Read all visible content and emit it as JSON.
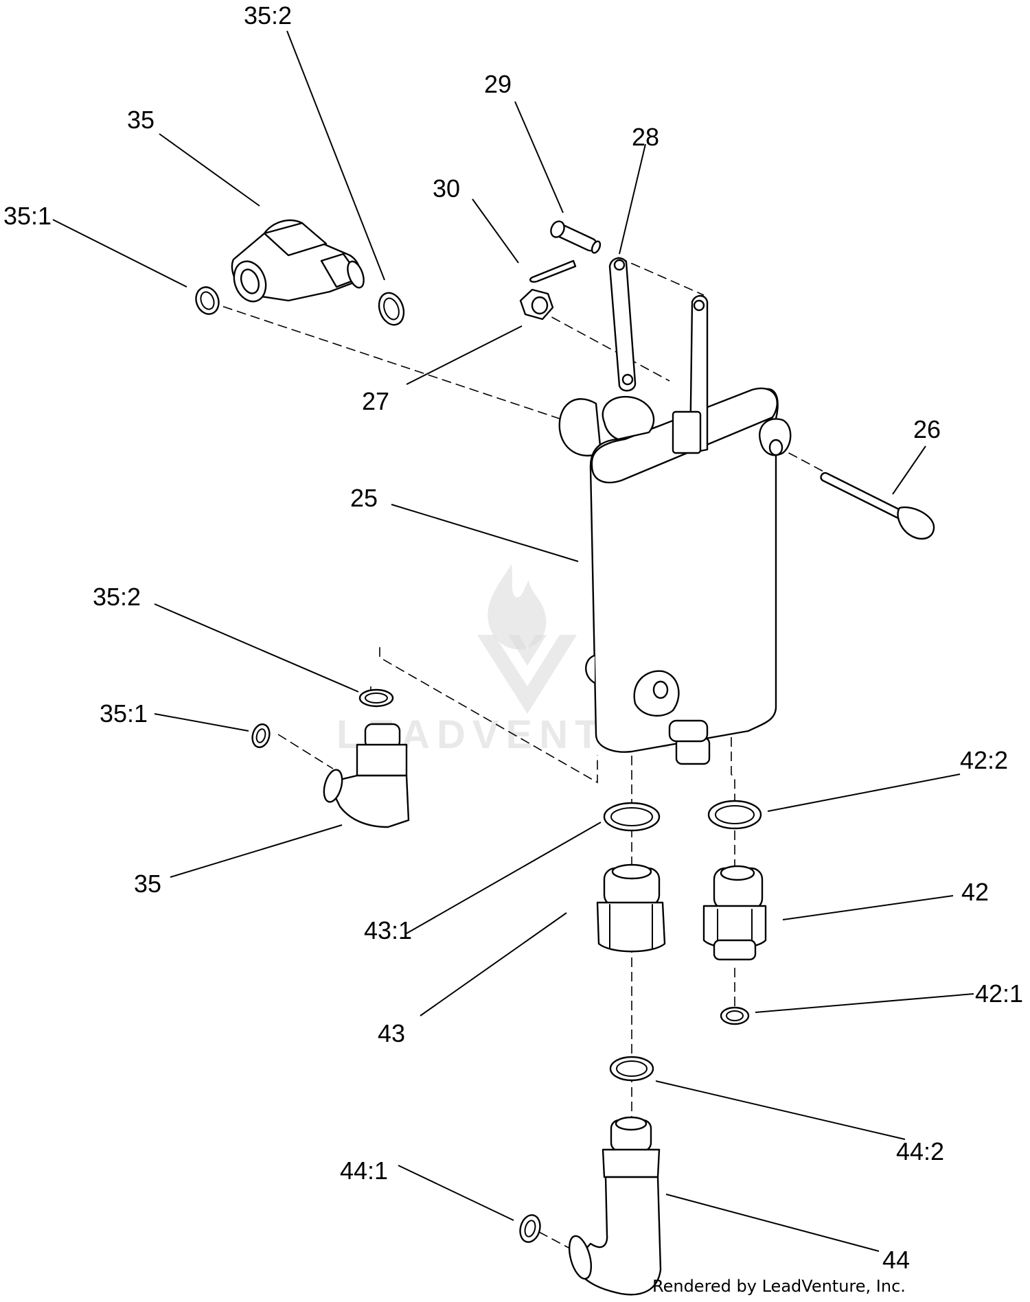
{
  "callouts": {
    "c35_2_top": "35:2",
    "c35_top": "35",
    "c35_1_top": "35:1",
    "c29": "29",
    "c28": "28",
    "c30": "30",
    "c27": "27",
    "c26": "26",
    "c25": "25",
    "c35_2_mid": "35:2",
    "c35_1_mid": "35:1",
    "c35_mid": "35",
    "c42_2": "42:2",
    "c42": "42",
    "c43_1": "43:1",
    "c43": "43",
    "c42_1": "42:1",
    "c44_2": "44:2",
    "c44_1": "44:1",
    "c44": "44"
  },
  "watermark": {
    "brand": "LEADVENTURE"
  },
  "credit": "Rendered by LeadVenture, Inc.",
  "colors": {
    "line": "#000000",
    "background": "#ffffff",
    "watermark": "#d8d8d8"
  }
}
